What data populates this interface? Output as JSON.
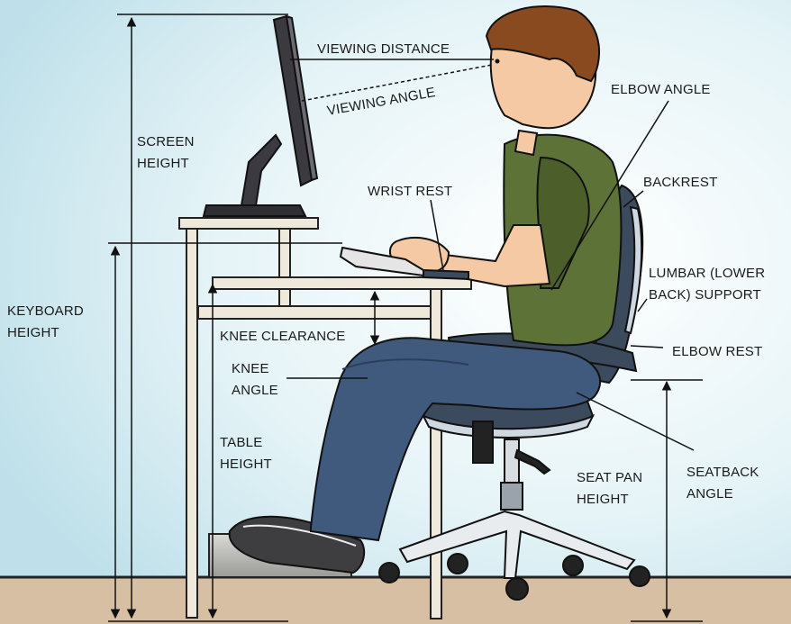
{
  "labels": {
    "viewing_distance": "VIEWING DISTANCE",
    "viewing_angle": "VIEWING ANGLE",
    "screen_height": [
      "SCREEN",
      "HEIGHT"
    ],
    "elbow_angle": "ELBOW ANGLE",
    "backrest": "BACKREST",
    "wrist_rest": "WRIST REST",
    "keyboard_height": [
      "KEYBOARD",
      "HEIGHT"
    ],
    "lumbar_support": [
      "LUMBAR (LOWER",
      "BACK) SUPPORT"
    ],
    "knee_clearance": "KNEE CLEARANCE",
    "elbow_rest": "ELBOW REST",
    "knee_angle": [
      "KNEE",
      "ANGLE"
    ],
    "table_height": [
      "TABLE",
      "HEIGHT"
    ],
    "seat_pan_height": [
      "SEAT PAN",
      "HEIGHT"
    ],
    "seatback_angle": [
      "SEATBACK",
      "ANGLE"
    ]
  },
  "colors": {
    "wall": "#c9e6ee",
    "floor": "#d6bfa3",
    "shirt": "#5d7236",
    "jeans": "#3f5a7d",
    "skin": "#f4c9a4",
    "hair": "#8a4a20",
    "chair": "#3b4a5c",
    "desk": "#efe9dc",
    "monitor": "#2f2f33"
  }
}
